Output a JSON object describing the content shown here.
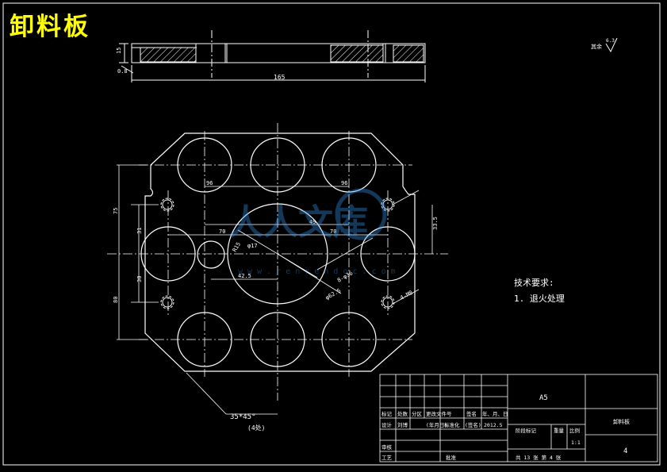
{
  "title": "卸料板",
  "side_view": {
    "thickness_dim": "15",
    "small_dim": "0.8",
    "length_dim": "165"
  },
  "roughness": {
    "label": "其余",
    "value": "6.3"
  },
  "plan_view": {
    "dim_96_left": "96",
    "dim_96_right": "96",
    "dim_70_left": "70",
    "dim_70_right": "70",
    "dim_49": "49",
    "dim_33_5": "33.5",
    "dim_31": "31",
    "dim_30": "30",
    "dim_75": "75",
    "dim_80": "80",
    "dim_phi17": "φ17",
    "dim_42_5": "42.5",
    "dim_r15": "R15",
    "dim_8phi36": "8-φ36",
    "dim_phi62_5": "φ62.5",
    "dim_4m8": "4-M8",
    "chamfer": "35*45°",
    "chamfer_note": "(4处)"
  },
  "technical_requirements": {
    "heading": "技术要求:",
    "items": [
      "1. 退火处理"
    ]
  },
  "watermark": {
    "main": "人人文库",
    "url": "w w w . r e n r e n d o c . c o m"
  },
  "title_block": {
    "material": "A5",
    "part_name": "卸料板",
    "sheet_no": "4",
    "scale": "1:1",
    "sheet_info": "共 13 张 第 4 张",
    "date": "2012.5",
    "col_labels": [
      "标记",
      "处数",
      "分区",
      "更改文件号",
      "签名",
      "年、月、日"
    ],
    "design": "设计",
    "designer": "刘博",
    "std_label": "(年月日)",
    "standardize": "标准化",
    "signature": "(签名)",
    "stage_mark": "阶段标记",
    "weight": "重量",
    "scale_label": "比例",
    "review": "审核",
    "process": "工艺",
    "approve": "批准"
  }
}
